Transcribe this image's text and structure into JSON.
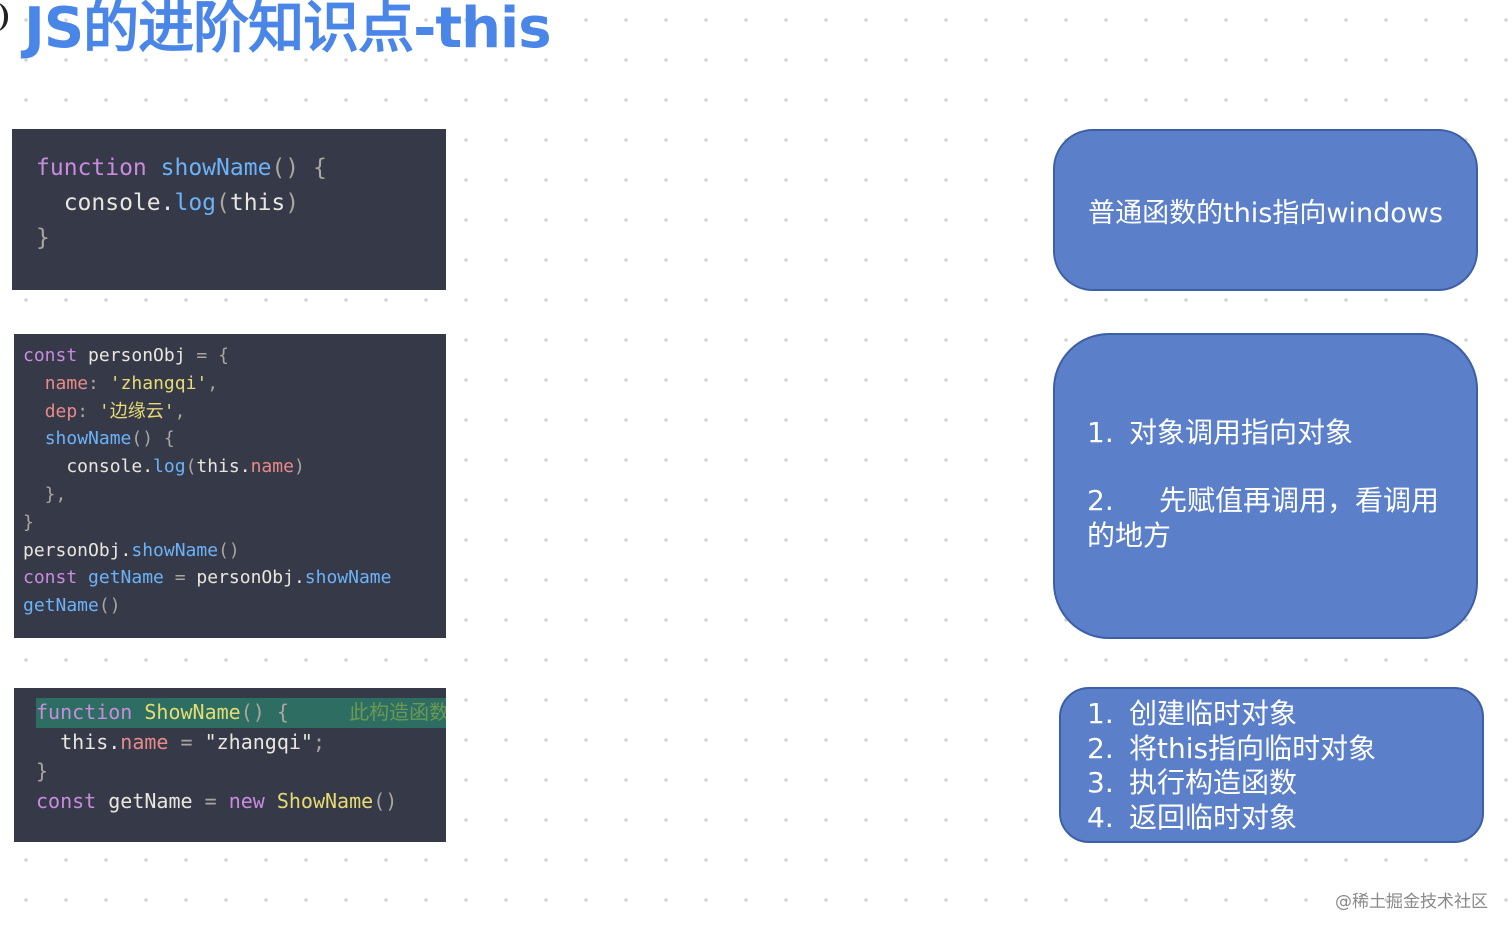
{
  "title": "JS的进阶知识点-this",
  "code_blocks": [
    {
      "lines": [
        [
          {
            "t": "function",
            "c": "kw"
          },
          {
            "t": " ",
            "c": ""
          },
          {
            "t": "showName",
            "c": "fn"
          },
          {
            "t": "()",
            "c": "pun"
          },
          {
            "t": " {",
            "c": "pun"
          }
        ],
        [
          {
            "t": "  console.",
            "c": ""
          },
          {
            "t": "log",
            "c": "fn"
          },
          {
            "t": "(",
            "c": "pun"
          },
          {
            "t": "this",
            "c": ""
          },
          {
            "t": ")",
            "c": "pun"
          }
        ],
        [
          {
            "t": "}",
            "c": "pun"
          }
        ]
      ]
    },
    {
      "lines": [
        [
          {
            "t": "const",
            "c": "kw"
          },
          {
            "t": " personObj ",
            "c": ""
          },
          {
            "t": "=",
            "c": "pun"
          },
          {
            "t": " {",
            "c": "pun"
          }
        ],
        [
          {
            "t": "  ",
            "c": ""
          },
          {
            "t": "name",
            "c": "prop"
          },
          {
            "t": ": ",
            "c": "pun"
          },
          {
            "t": "'zhangqi'",
            "c": "str"
          },
          {
            "t": ",",
            "c": "pun"
          }
        ],
        [
          {
            "t": "  ",
            "c": ""
          },
          {
            "t": "dep",
            "c": "prop"
          },
          {
            "t": ": ",
            "c": "pun"
          },
          {
            "t": "'边缘云'",
            "c": "str"
          },
          {
            "t": ",",
            "c": "pun"
          }
        ],
        [
          {
            "t": "  ",
            "c": ""
          },
          {
            "t": "showName",
            "c": "fn"
          },
          {
            "t": "() {",
            "c": "pun"
          }
        ],
        [
          {
            "t": "    console.",
            "c": ""
          },
          {
            "t": "log",
            "c": "fn"
          },
          {
            "t": "(",
            "c": "pun"
          },
          {
            "t": "this.",
            "c": ""
          },
          {
            "t": "name",
            "c": "prop"
          },
          {
            "t": ")",
            "c": "pun"
          }
        ],
        [
          {
            "t": "  },",
            "c": "pun"
          }
        ],
        [
          {
            "t": "}",
            "c": "pun"
          }
        ],
        [
          {
            "t": "personObj.",
            "c": ""
          },
          {
            "t": "showName",
            "c": "fn"
          },
          {
            "t": "()",
            "c": "pun"
          }
        ],
        [
          {
            "t": "const",
            "c": "kw"
          },
          {
            "t": " ",
            "c": ""
          },
          {
            "t": "getName",
            "c": "fn"
          },
          {
            "t": " = ",
            "c": "pun"
          },
          {
            "t": "personObj.",
            "c": ""
          },
          {
            "t": "showName",
            "c": "fn"
          }
        ],
        [
          {
            "t": "getName",
            "c": "fn"
          },
          {
            "t": "()",
            "c": "pun"
          }
        ]
      ]
    },
    {
      "lines": [
        [
          {
            "t": "function",
            "c": "kw hl-part"
          },
          {
            "t": " ",
            "c": "hl-part"
          },
          {
            "t": "ShowName",
            "c": "str hl-part"
          },
          {
            "t": "() {",
            "c": "pun hl-part"
          },
          {
            "t": "     此构造函数",
            "c": "comment hl-part"
          }
        ],
        [
          {
            "t": "  this.",
            "c": ""
          },
          {
            "t": "name",
            "c": "prop"
          },
          {
            "t": " = ",
            "c": "pun"
          },
          {
            "t": "\"zhangqi\"",
            "c": ""
          },
          {
            "t": ";",
            "c": "pun"
          }
        ],
        [
          {
            "t": "}",
            "c": "pun"
          }
        ],
        [
          {
            "t": "const",
            "c": "kw"
          },
          {
            "t": " getName ",
            "c": ""
          },
          {
            "t": "=",
            "c": "pun"
          },
          {
            "t": " ",
            "c": ""
          },
          {
            "t": "new",
            "c": "kw"
          },
          {
            "t": " ShowName",
            "c": "str"
          },
          {
            "t": "()",
            "c": "pun"
          }
        ]
      ]
    }
  ],
  "notes": {
    "box1": "普通函数的this指向windows",
    "box2": [
      {
        "num": "1.",
        "text": "对象调用指向对象"
      },
      {
        "num": "2.",
        "text": "先赋值再调用，看调用的地方"
      }
    ],
    "box3": [
      {
        "num": "1.",
        "text": "创建临时对象"
      },
      {
        "num": "2.",
        "text": "将this指向临时对象"
      },
      {
        "num": "3.",
        "text": "执行构造函数"
      },
      {
        "num": "4.",
        "text": "返回临时对象"
      }
    ]
  },
  "footer": "@稀土掘金技术社区"
}
